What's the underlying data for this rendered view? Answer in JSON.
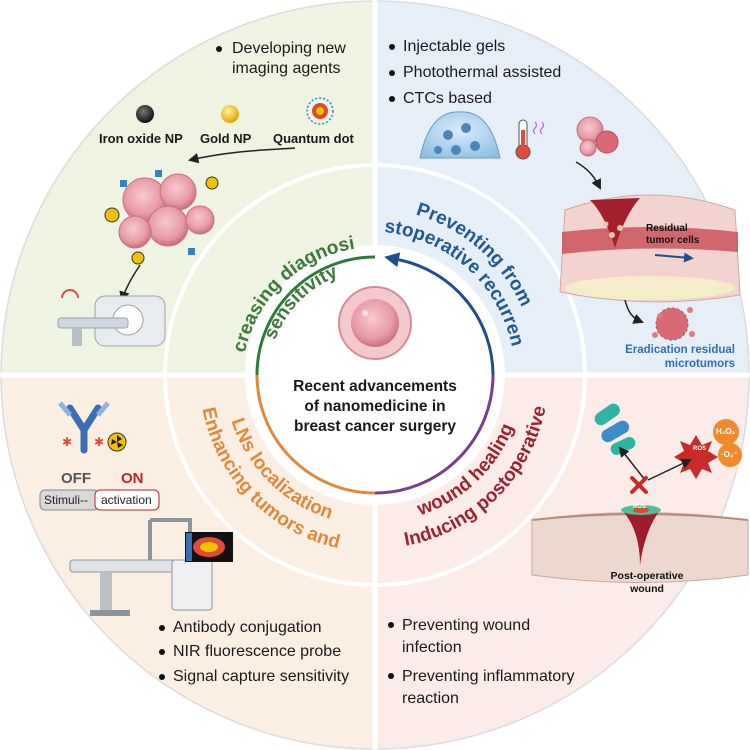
{
  "center": {
    "title_lines": [
      "Recent advancements",
      "of nanomedicine in",
      "breast cancer surgery"
    ]
  },
  "ring": {
    "top_left_lines": [
      "Increasing diagnosis",
      "sensitivity"
    ],
    "top_right_lines": [
      "Preventing from",
      "postoperative recurrence"
    ],
    "bottom_left_lines": [
      "Enhancing tumors and",
      "LNs  localization"
    ],
    "bottom_right_lines": [
      "Inducing postoperative",
      "wound healing"
    ]
  },
  "top_left": {
    "bullets": [
      [
        "Developing new",
        "imaging agents"
      ]
    ],
    "np_labels": [
      "Iron oxide NP",
      "Gold NP",
      "Quantum dot"
    ]
  },
  "top_right": {
    "bullets": [
      "Injectable gels",
      "Photothermal assisted",
      "CTCs based"
    ],
    "residual_label": [
      "Residual",
      "tumor cells"
    ],
    "eradication_label": [
      "Eradication  residual",
      "microtumors"
    ]
  },
  "bottom_left": {
    "off_label": "OFF",
    "on_label": "ON",
    "stimuli_label": "Stimuli--",
    "activation_label": "activation",
    "bullets": [
      "Antibody conjugation",
      "NIR fluorescence probe",
      "Signal capture sensitivity"
    ]
  },
  "bottom_right": {
    "ros1": "ROS",
    "ros2": "ROS",
    "h2o2": "H₂O₂",
    "o2": "·O₂⁻",
    "wound_label": [
      "Post-operative",
      "wound"
    ],
    "bullets": [
      [
        "Preventing wound",
        "infection"
      ],
      [
        "Preventing inflammatory",
        "reaction"
      ]
    ]
  },
  "colors": {
    "top_left_bg": "#eef3e2",
    "top_right_bg": "#e6eff8",
    "bottom_left_bg": "#fbeee3",
    "bottom_right_bg": "#fbecea",
    "green_text": "#3b7a3a",
    "blue_text": "#1f5a93",
    "orange_text": "#e0893a",
    "red_text": "#9c2230"
  }
}
